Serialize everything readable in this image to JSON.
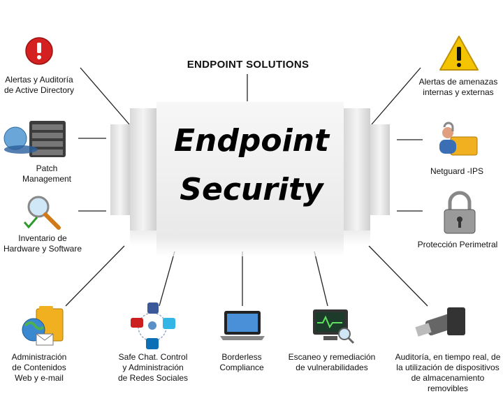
{
  "header": {
    "label": "ENDPOINT SOLUTIONS"
  },
  "center": {
    "line1": "Endpoint",
    "line2": "Security"
  },
  "items": {
    "alertas_ad": "Alertas y Auditoría\nde Active Directory",
    "patch": "Patch\nManagement",
    "inventario": "Inventario de\nHardware y Software",
    "admin_contenidos": "Administración\nde Contenidos\nWeb y e-mail",
    "safe_chat": "Safe Chat. Control\ny Administración\nde Redes Sociales",
    "borderless": "Borderless\nCompliance",
    "escaneo": "Escaneo y remediación\nde vulnerabilidades",
    "auditoria": "Auditoría, en tiempo real, de\nla utilización  de dispositivos\nde almacenamiento removibles",
    "alertas_amenazas": "Alertas de amenazas\ninternas y externas",
    "netguard": "Netguard -IPS",
    "proteccion": "Protección Perimetral"
  },
  "icons": {
    "alert_circle": "alert-circle-icon",
    "server": "server-icon",
    "magnifier": "magnifier-check-icon",
    "globe_folder": "globe-folder-icon",
    "social": "social-network-icon",
    "laptop": "laptop-icon",
    "scan": "scan-monitor-icon",
    "usb": "usb-drive-icon",
    "warning": "warning-triangle-icon",
    "users_folder": "users-folder-icon",
    "padlock": "padlock-icon"
  },
  "colors": {
    "alert_red": "#d42020",
    "warning_yellow": "#f5c400",
    "folder_yellow": "#f0b020"
  }
}
